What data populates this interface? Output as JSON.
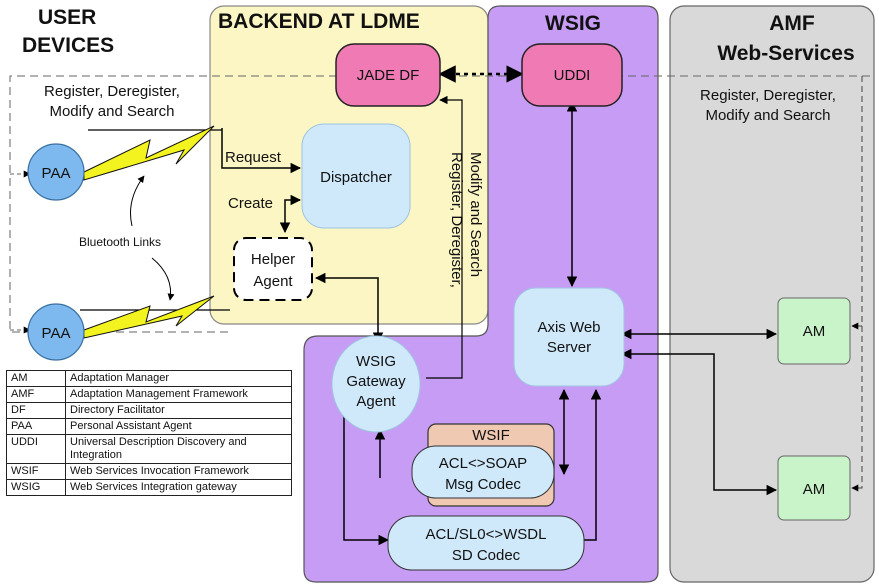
{
  "sections": {
    "user_devices": [
      "USER",
      "DEVICES"
    ],
    "backend": "BACKEND AT LDME",
    "wsig": "WSIG",
    "amf": [
      "AMF",
      "Web-Services"
    ]
  },
  "nodes": {
    "jade_df": "JADE DF",
    "uddi": "UDDI",
    "dispatcher": "Dispatcher",
    "helper_agent": [
      "Helper",
      "Agent"
    ],
    "paa_top": "PAA",
    "paa_bottom": "PAA",
    "wsig_gateway_agent": [
      "WSIG",
      "Gateway",
      "Agent"
    ],
    "axis_web_server": [
      "Axis Web",
      "Server"
    ],
    "wsif": "WSIF",
    "acl_soap": [
      "ACL<>SOAP",
      "Msg Codec"
    ],
    "acl_wsdl": [
      "ACL/SL0<>WSDL",
      "SD Codec"
    ],
    "am_top": "AM",
    "am_bottom": "AM"
  },
  "labels": {
    "register_left": [
      "Register, Deregister,",
      "Modify and Search"
    ],
    "register_right": [
      "Register, Deregister,",
      "Modify and Search"
    ],
    "register_vertical": [
      "Register, Deregister,",
      "Modify and Search"
    ],
    "request": "Request",
    "create": "Create",
    "bluetooth": "Bluetooth Links"
  },
  "glossary": [
    {
      "abbr": "AM",
      "text": "Adaptation Manager"
    },
    {
      "abbr": "AMF",
      "text": "Adaptation Management Framework"
    },
    {
      "abbr": "DF",
      "text": "Directory Facilitator"
    },
    {
      "abbr": "PAA",
      "text": "Personal Assistant Agent"
    },
    {
      "abbr": "UDDI",
      "text": "Universal Description Discovery and Integration"
    },
    {
      "abbr": "WSIF",
      "text": "Web Services Invocation Framework"
    },
    {
      "abbr": "WSIG",
      "text": "Web Services Integration gateway"
    }
  ],
  "colors": {
    "backend_bg": "#fbf6c4",
    "wsig_bg": "#c79cf5",
    "amf_bg": "#d9d9d9",
    "jade_uddi": "#f07ab4",
    "light_blue": "#cfe9fb",
    "paa_blue": "#7db9ef",
    "am_green": "#c9f3c9",
    "wsif_bg": "#f0c9b3",
    "lightning": "#f3f31f"
  }
}
